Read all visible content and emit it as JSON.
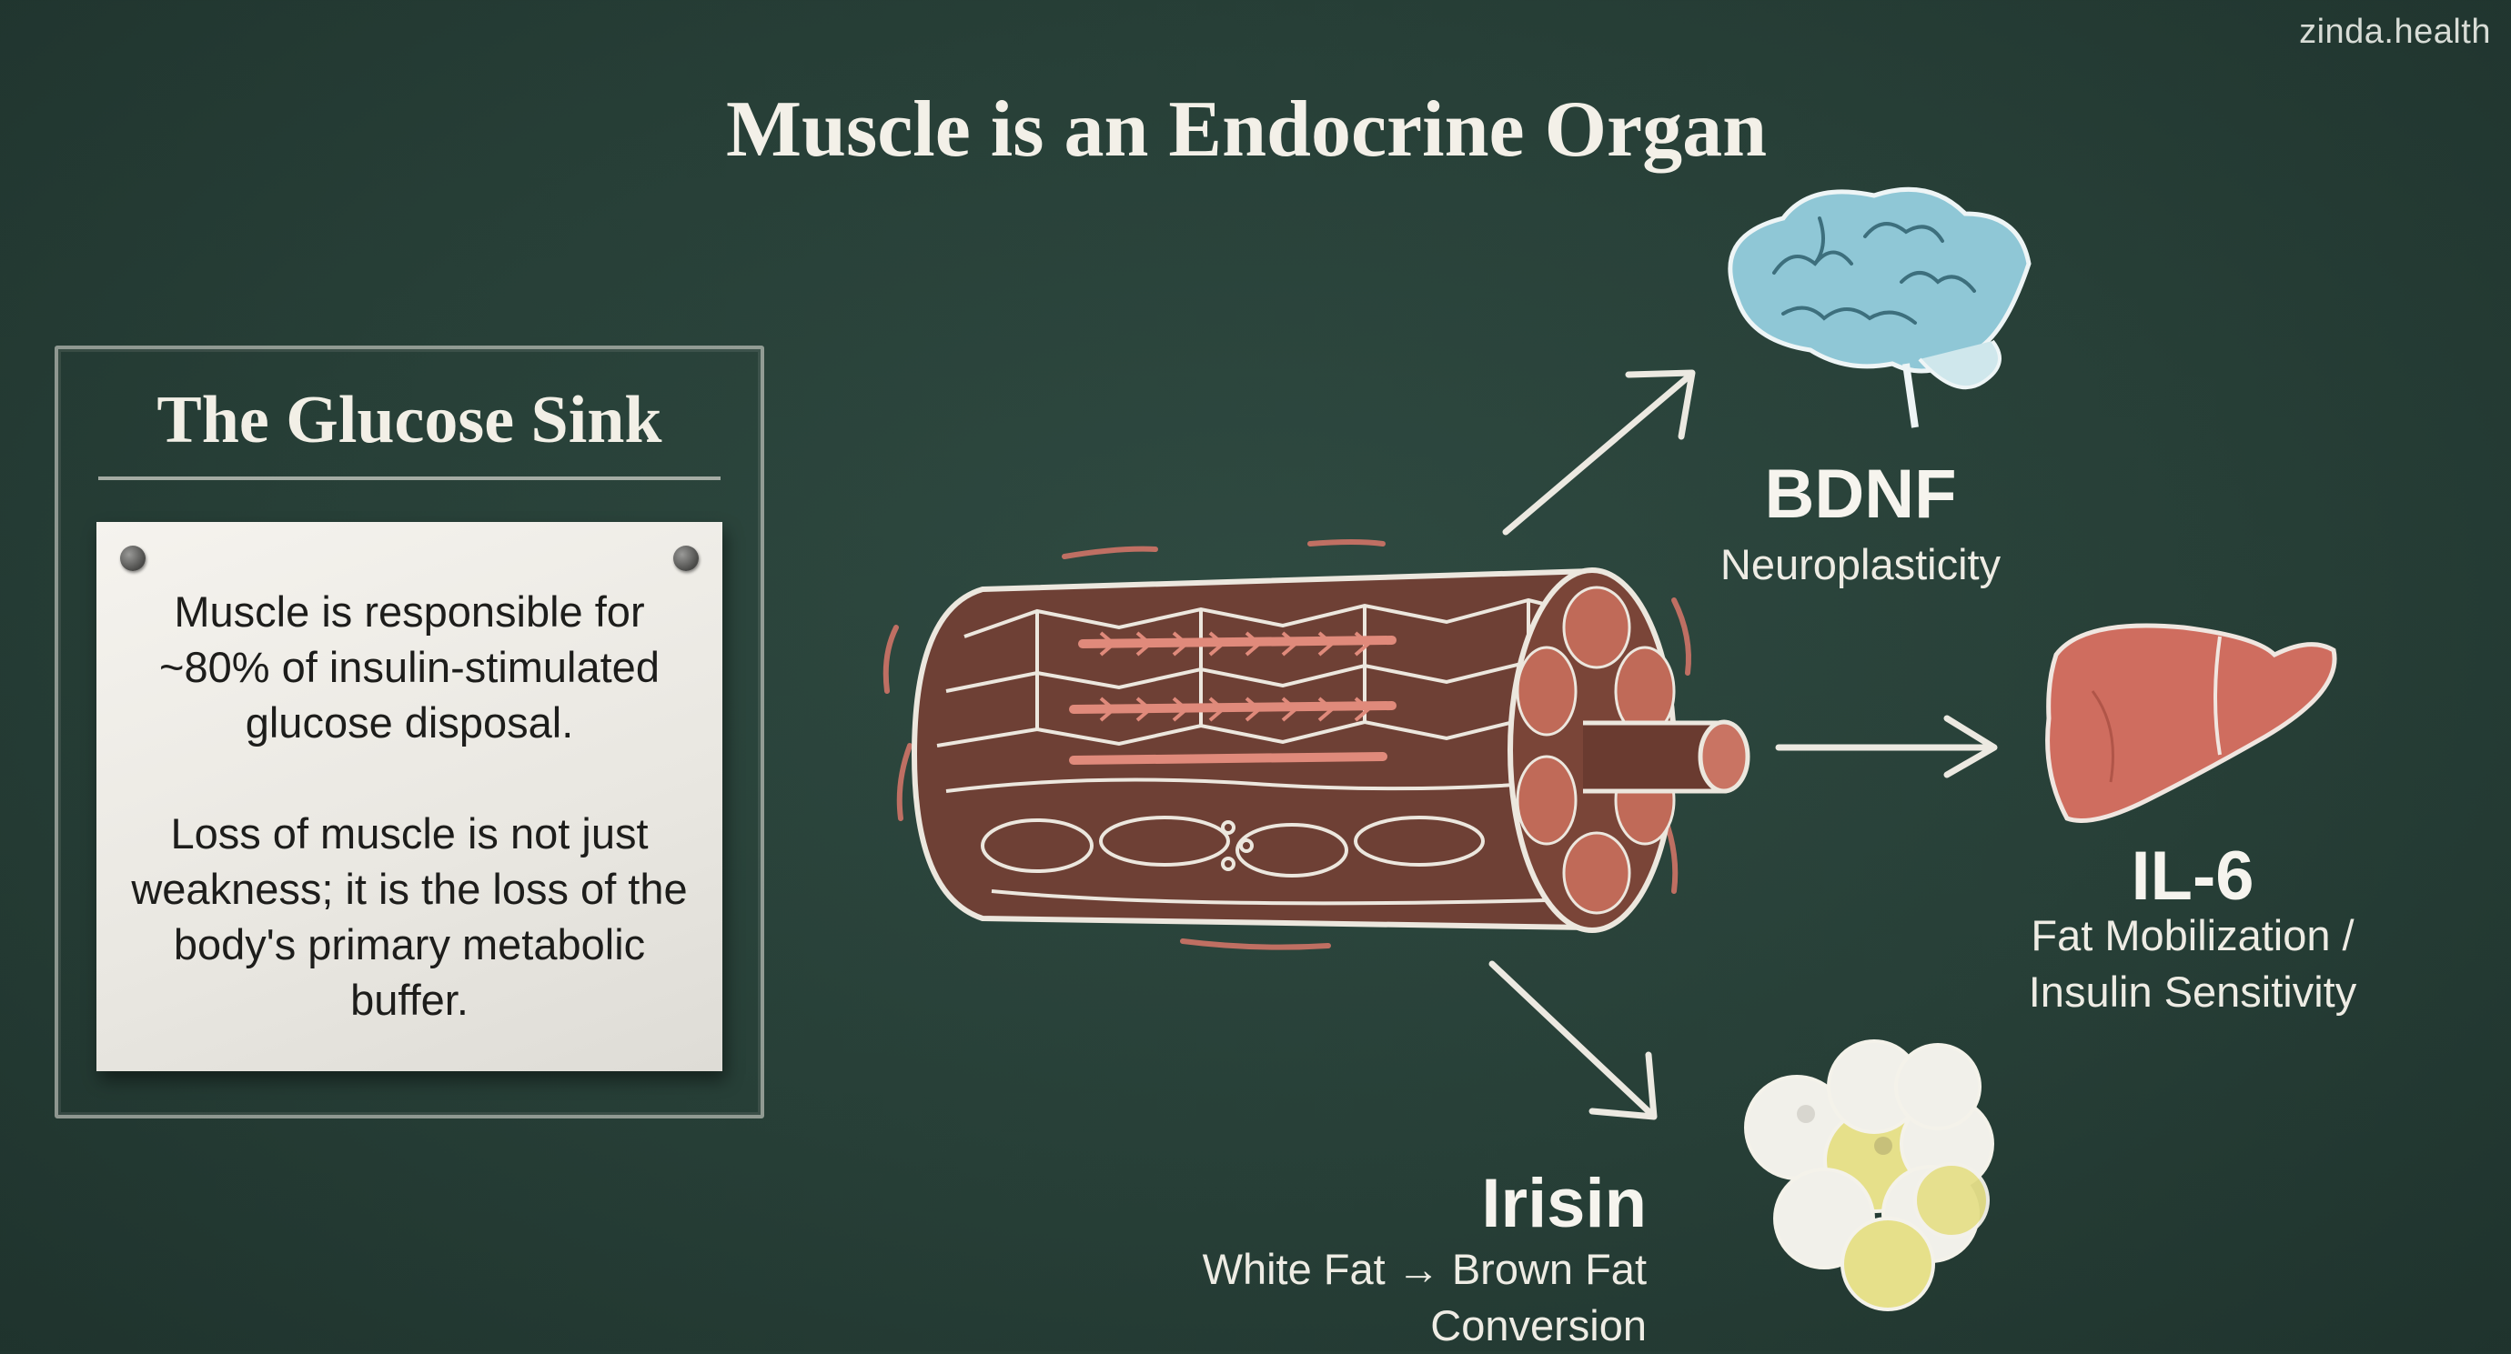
{
  "watermark": "zinda.health",
  "title": "Muscle is an Endocrine Organ",
  "glucose_panel": {
    "title": "The Glucose Sink",
    "paragraph_1": "Muscle is responsible for ~80% of insulin-stimulated glucose disposal.",
    "paragraph_2": "Loss of muscle is not just weakness; it is the loss of the body's primary metabolic buffer."
  },
  "myokines": [
    {
      "name": "BDNF",
      "effect": "Neuroplasticity",
      "organ_icon": "brain-icon"
    },
    {
      "name": "IL-6",
      "effect_line_1": "Fat Mobilization /",
      "effect_line_2": "Insulin Sensitivity",
      "organ_icon": "liver-icon"
    },
    {
      "name": "Irisin",
      "effect_line_1": "White Fat → Brown Fat",
      "effect_line_2": "Conversion",
      "organ_icon": "fat-cells-icon"
    }
  ],
  "colors": {
    "chalkboard": "#2a433b",
    "chalk_white": "#f2efe6",
    "muscle_red": "#d9776a",
    "brain_blue": "#8fc7d6",
    "liver_red": "#cf6d5f",
    "fat_yellow": "#e6e08a"
  }
}
